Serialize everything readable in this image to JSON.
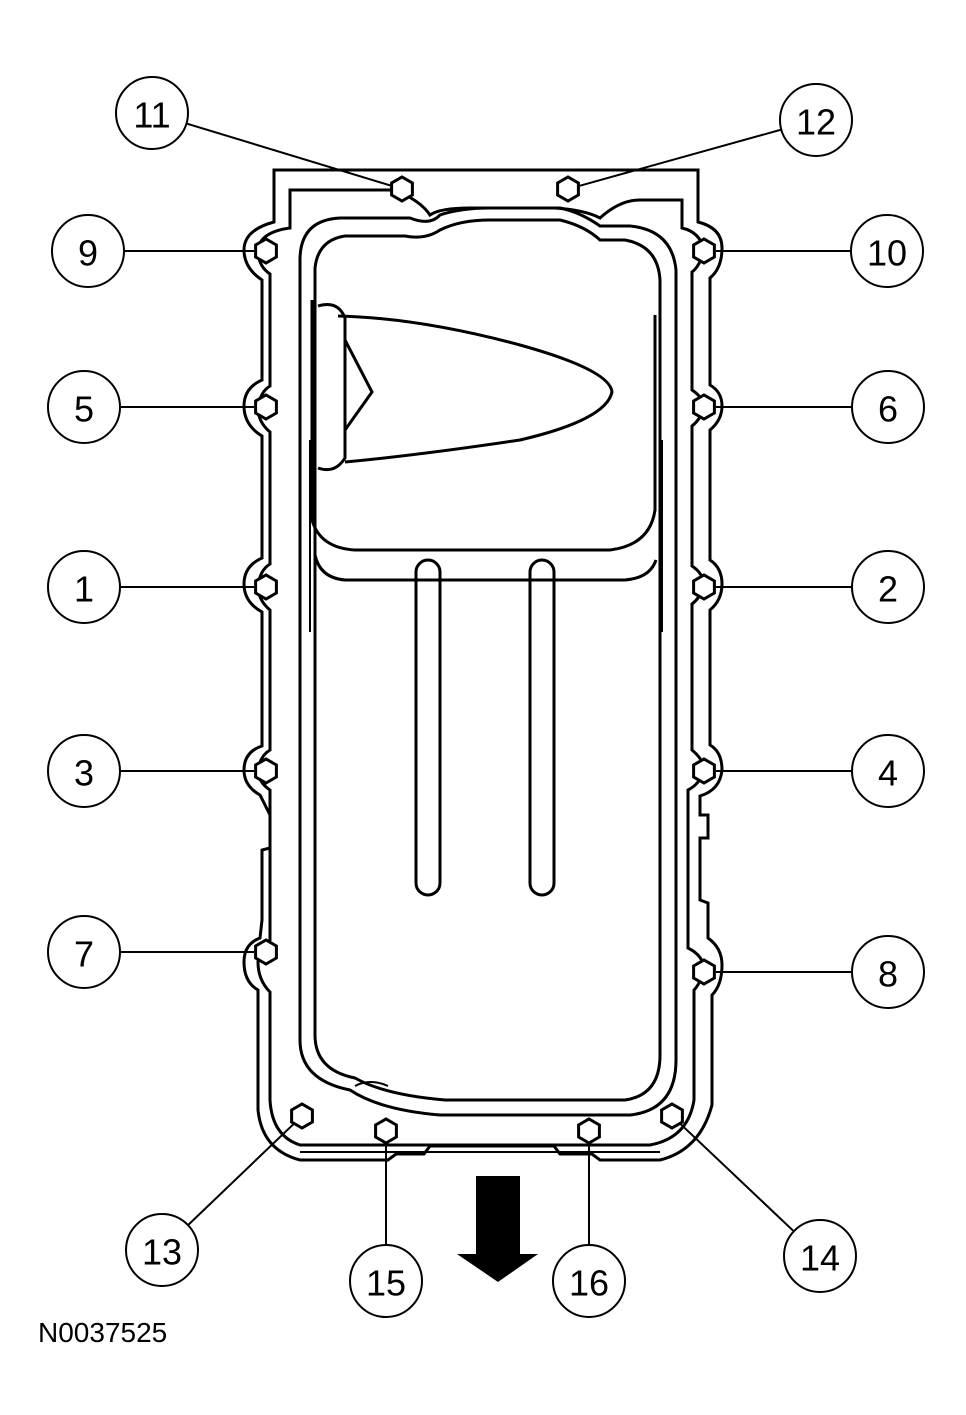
{
  "figure_id": "N0037525",
  "bolts": [
    {
      "label": "1"
    },
    {
      "label": "2"
    },
    {
      "label": "3"
    },
    {
      "label": "4"
    },
    {
      "label": "5"
    },
    {
      "label": "6"
    },
    {
      "label": "7"
    },
    {
      "label": "8"
    },
    {
      "label": "9"
    },
    {
      "label": "10"
    },
    {
      "label": "11"
    },
    {
      "label": "12"
    },
    {
      "label": "13"
    },
    {
      "label": "14"
    },
    {
      "label": "15"
    },
    {
      "label": "16"
    }
  ],
  "icons": {
    "arrow": "front-direction-arrow-icon",
    "bolt": "hex-bolt-icon"
  }
}
